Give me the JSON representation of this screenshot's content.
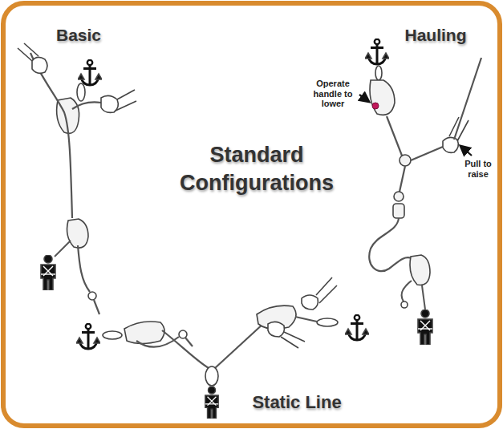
{
  "diagram": {
    "title": "Standard Configurations",
    "labels": [
      "Basic",
      "Hauling",
      "Operate handle to lower",
      "Pull to raise",
      "Static Line"
    ]
  }
}
